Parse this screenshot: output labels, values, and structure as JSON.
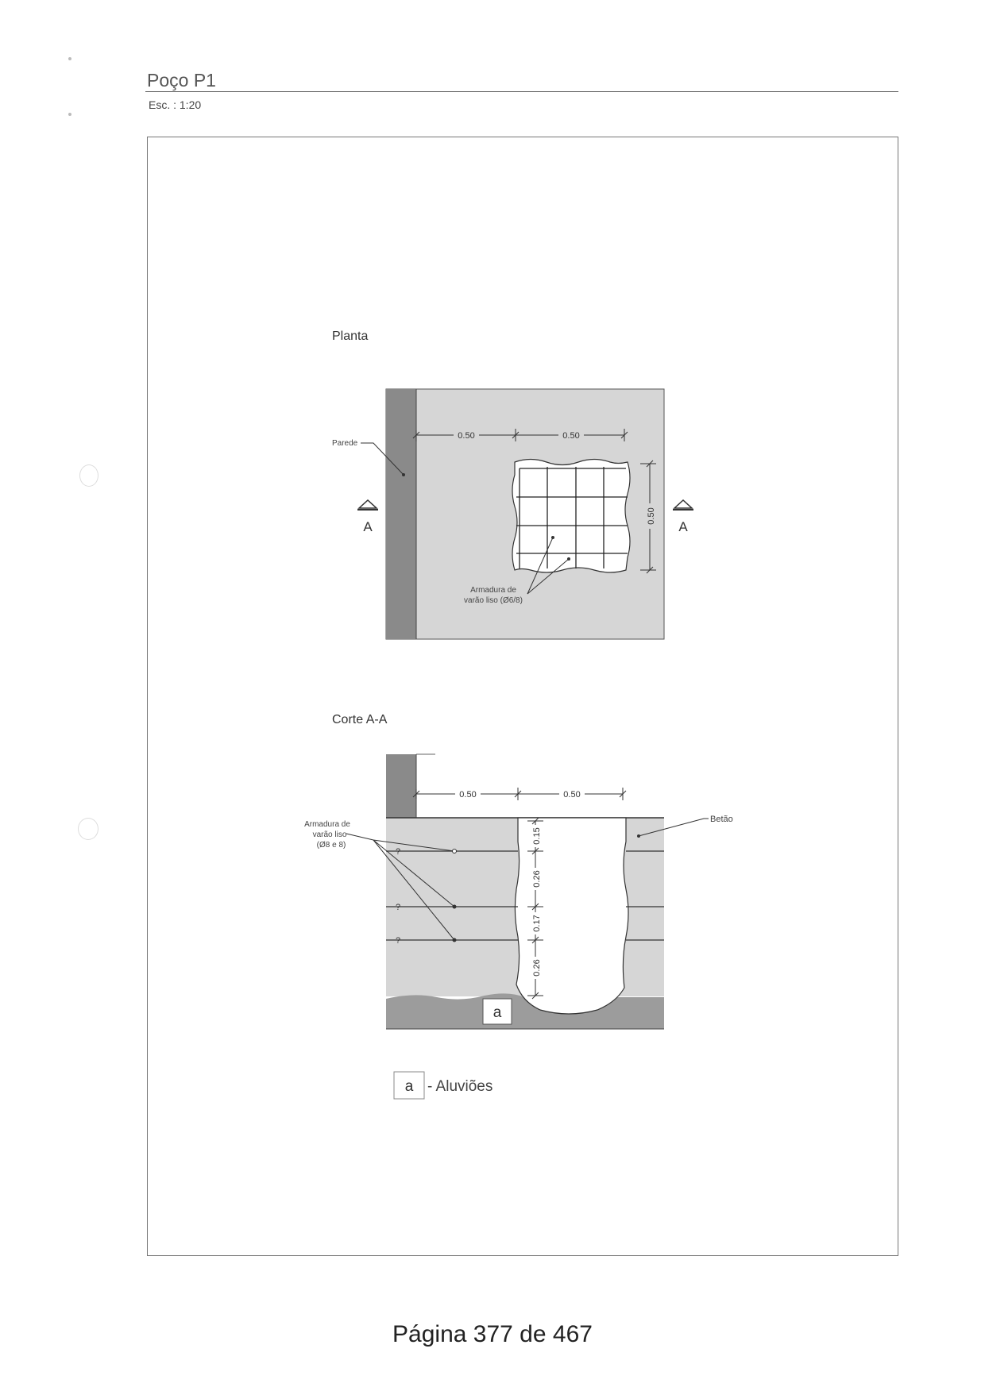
{
  "header": {
    "title": "Poço P1",
    "scale": "Esc. : 1:20"
  },
  "plan": {
    "title": "Planta",
    "wall_label": "Parede",
    "dim_h1": "0.50",
    "dim_h2": "0.50",
    "dim_v": "0.50",
    "section_mark": "A",
    "rebar_label_l1": "Armadura de",
    "rebar_label_l2": "varão liso (Ø6/8)"
  },
  "section": {
    "title": "Corte A-A",
    "dim_h1": "0.50",
    "dim_h2": "0.50",
    "dims_v": [
      "0.15",
      "0.26",
      "0.17",
      "0.26"
    ],
    "rebar_label_l1": "Armadura de",
    "rebar_label_l2": "varão liso",
    "rebar_label_l3": "(Ø8 e 8)",
    "unknown_mark": "?",
    "concrete_label": "Betão",
    "soil_code": "a"
  },
  "legend": {
    "code": "a",
    "text": "- Aluviões"
  },
  "footer": {
    "page": "Página 377 de 467"
  },
  "colors": {
    "concrete": "#d6d6d6",
    "wall": "#8a8a8a",
    "soil": "#9c9c9c",
    "line": "#3a3a3a"
  }
}
